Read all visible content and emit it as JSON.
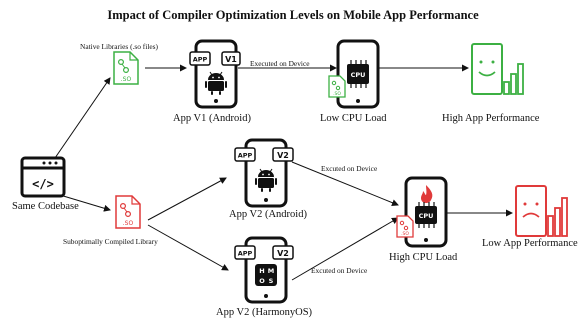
{
  "title": "Impact of Compiler Optimization Levels on Mobile App Performance",
  "labels": {
    "codebase": "Same Codebase",
    "native_libs": "Native Libraries (.so files)",
    "subopt_lib": "Suboptimally Compiled Library",
    "executed1": "Executed on Device",
    "executed2": "Excuted on Device",
    "executed3": "Excuted on Device",
    "app_v1": "App V1 (Android)",
    "app_v2_android": "App V2 (Android)",
    "app_v2_harmony": "App V2 (HarmonyOS)",
    "low_cpu": "Low CPU Load",
    "high_cpu": "High CPU Load",
    "high_perf": "High App Performance",
    "low_perf": "Low App Performance"
  },
  "glyphs": {
    "so": ".SO",
    "app": "APP",
    "v1": "V1",
    "v2": "V2",
    "cpu": "CPU",
    "harmony_h": "H",
    "harmony_m": "M",
    "harmony_o": "O",
    "harmony_s": "S",
    "code": "</>"
  },
  "colors": {
    "good": "#3cb043",
    "bad": "#e03a3a",
    "ink": "#111111"
  }
}
